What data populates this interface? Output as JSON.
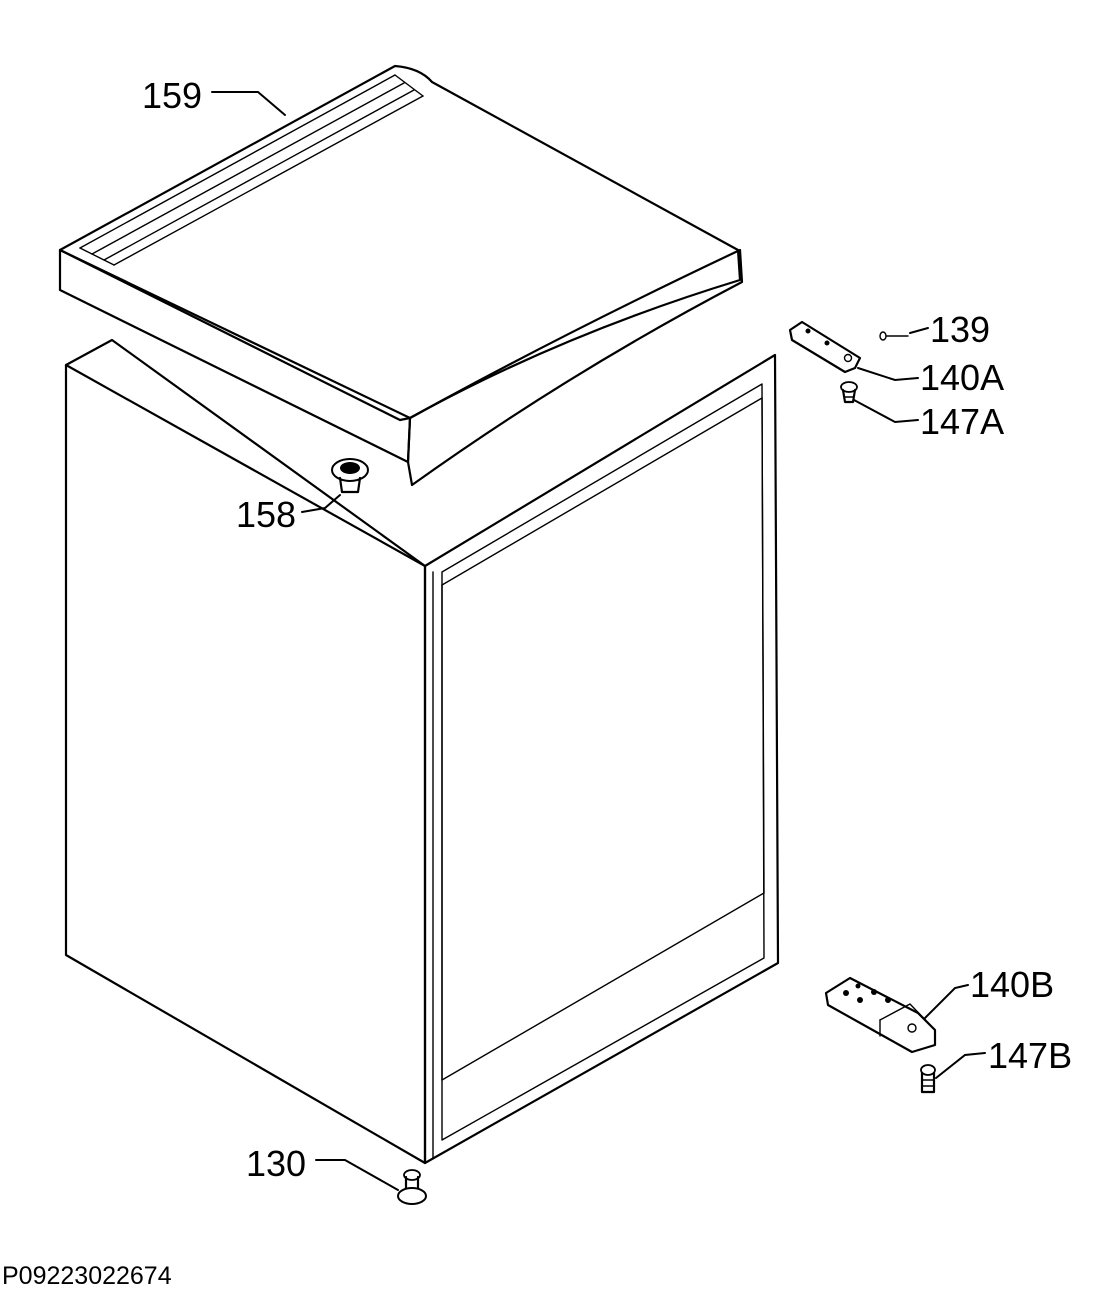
{
  "diagram": {
    "reference": "P09223022674",
    "callouts": {
      "lid": "159",
      "hinge_pin_top": "158",
      "screw": "139",
      "hinge_top": "140A",
      "pin_top": "147A",
      "hinge_bottom": "140B",
      "pin_bottom": "147B",
      "foot": "130"
    }
  }
}
